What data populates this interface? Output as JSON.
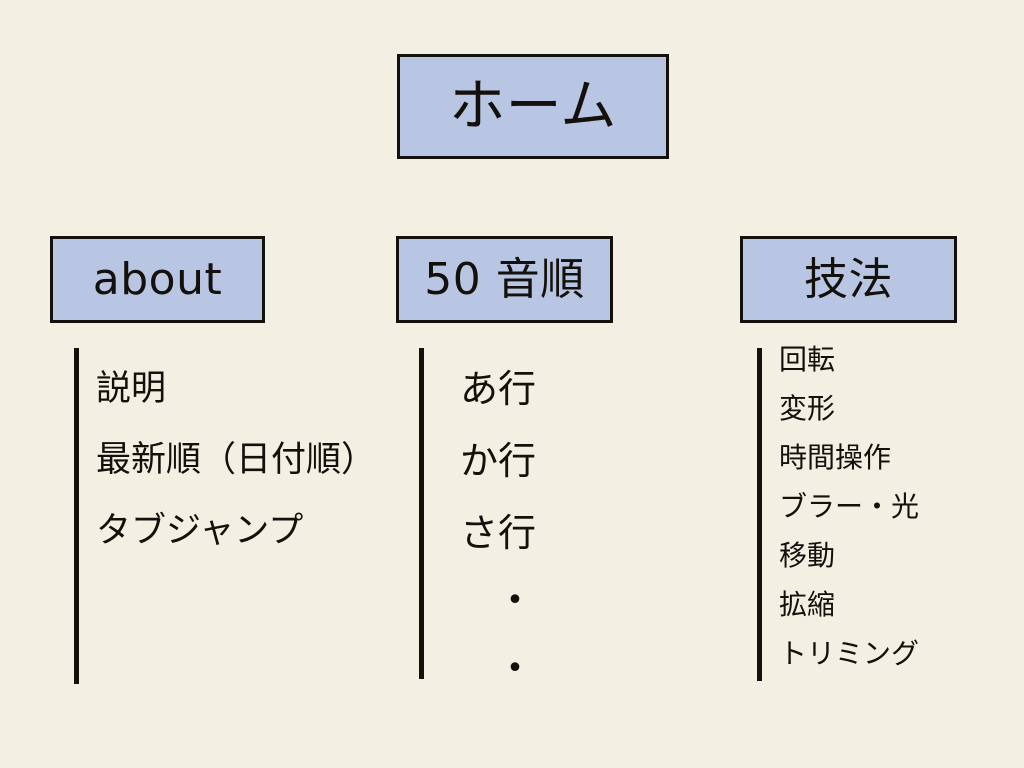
{
  "page": {
    "background_color": "#f2f0e3",
    "box_fill_color": "#b9c6e3",
    "box_border_color": "#14100c",
    "text_color": "#14100c"
  },
  "root": {
    "label": "ホーム"
  },
  "branches": [
    {
      "label": "about",
      "items": [
        "説明",
        "最新順（日付順）",
        "タブジャンプ"
      ]
    },
    {
      "label": "50 音順",
      "items": [
        "あ行",
        "か行",
        "さ行",
        "•",
        "•"
      ]
    },
    {
      "label": "技法",
      "items": [
        "回転",
        "変形",
        "時間操作",
        "ブラー・光",
        "移動",
        "拡縮",
        "トリミング"
      ]
    }
  ]
}
